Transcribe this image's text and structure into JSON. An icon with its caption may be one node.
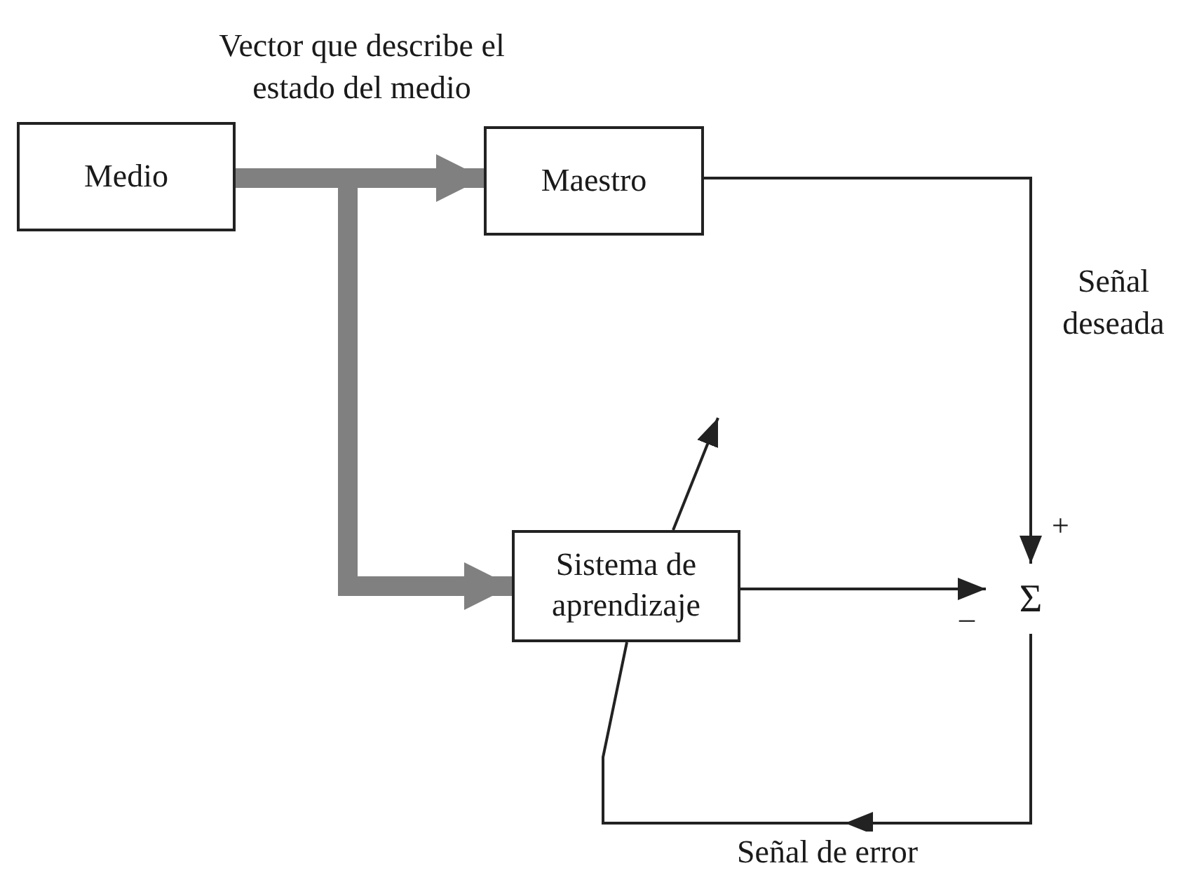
{
  "diagram": {
    "nodes": [
      {
        "text": [
          "Medio"
        ]
      },
      {
        "text": [
          "Maestro"
        ]
      },
      {
        "text": [
          "Sistema de aprendizaje"
        ]
      },
      {
        "text": [
          "Σ"
        ]
      }
    ],
    "edges": [
      {
        "from": 0,
        "to": 1,
        "arrow": "to",
        "label": "Vector que describe el estado del medio",
        "style": "thick",
        "color": "#808080"
      },
      {
        "from": 0,
        "to": 2,
        "arrow": "to",
        "style": "thick",
        "color": "#808080"
      },
      {
        "from": 1,
        "to": 3,
        "arrow": "to",
        "label": "Señal deseada"
      },
      {
        "from": 2,
        "to": 3,
        "arrow": "to"
      },
      {
        "from": 3,
        "to": 2,
        "arrow": "to",
        "label": "Señal de error"
      },
      {
        "from": 2,
        "to": null,
        "arrow": "to"
      }
    ],
    "labels": [
      "+",
      "–"
    ]
  }
}
